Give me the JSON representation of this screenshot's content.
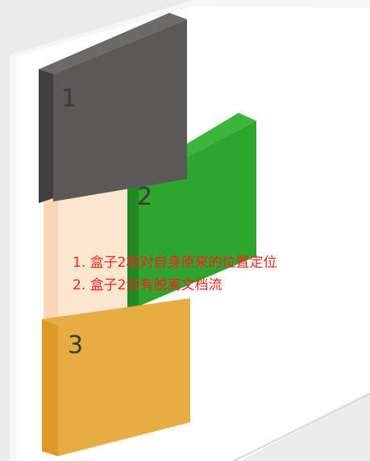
{
  "boxes": [
    {
      "label": "1",
      "color": "#5b5858"
    },
    {
      "label": "2",
      "color": "#2ea52e"
    },
    {
      "label": "3",
      "color": "#e8ad42"
    }
  ],
  "placeholder_color": "#fde6cf",
  "notes": [
    "1. 盒子2相对自身原来的位置定位",
    "2. 盒子2没有脱离文档流"
  ],
  "note_color": "#ff2020"
}
